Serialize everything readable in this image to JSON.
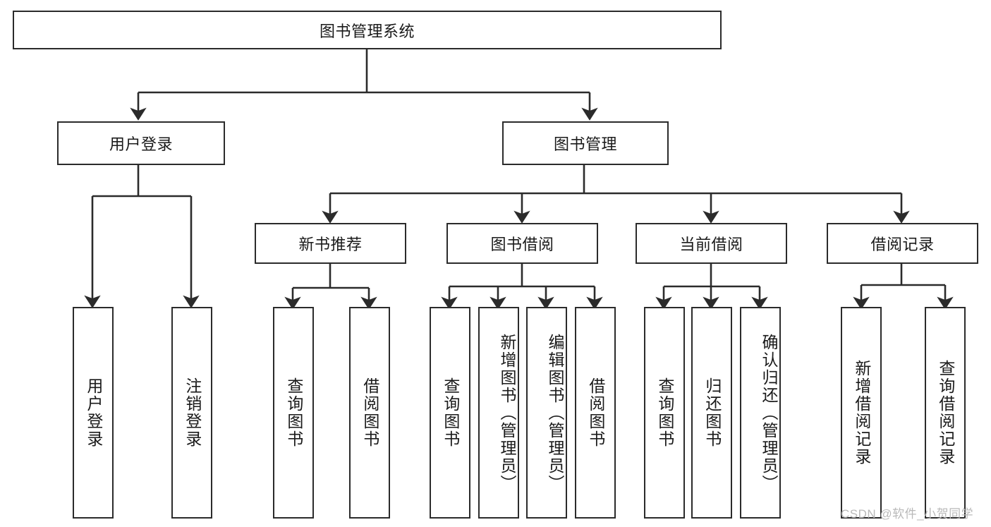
{
  "diagram": {
    "title": "图书管理系统",
    "type": "tree-hierarchy",
    "orientation": "top-down",
    "colors": {
      "stroke": "#2b2b2b",
      "fill": "#ffffff",
      "text": "#1a1a1a",
      "watermark": "#b9b9b9"
    }
  },
  "root": {
    "label": "图书管理系统"
  },
  "level2": [
    {
      "label": "用户登录"
    },
    {
      "label": "图书管理"
    }
  ],
  "level3": [
    {
      "label": "新书推荐"
    },
    {
      "label": "图书借阅"
    },
    {
      "label": "当前借阅"
    },
    {
      "label": "借阅记录"
    }
  ],
  "leaves": {
    "user_login": [
      {
        "label": "用户登录"
      },
      {
        "label": "注销登录"
      }
    ],
    "new_book_recommend": [
      {
        "label": "查询图书"
      },
      {
        "label": "借阅图书"
      }
    ],
    "book_borrow": [
      {
        "label": "查询图书"
      },
      {
        "label": "新增图书（管理员）"
      },
      {
        "label": "编辑图书（管理员）"
      },
      {
        "label": "借阅图书"
      }
    ],
    "current_borrow": [
      {
        "label": "查询图书"
      },
      {
        "label": "归还图书"
      },
      {
        "label": "确认归还（管理员）"
      }
    ],
    "borrow_record": [
      {
        "label": "新增借阅记录"
      },
      {
        "label": "查询借阅记录"
      }
    ]
  },
  "watermark": {
    "text": "CSDN @软件_小贺同学"
  }
}
